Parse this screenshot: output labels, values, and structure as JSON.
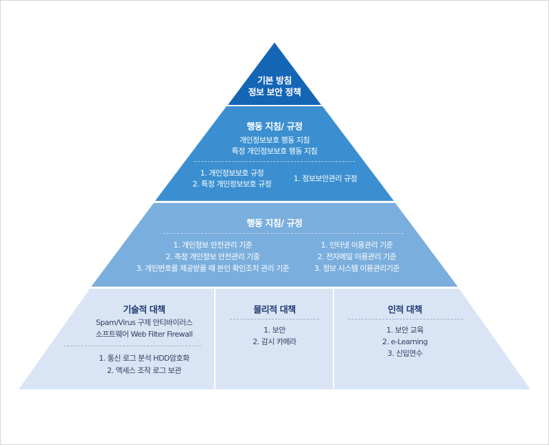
{
  "tier1": {
    "line1": "기본 방침",
    "line2": "정보 보안 정책"
  },
  "tier2": {
    "title": "행동 지침/ 규정",
    "guidelines": [
      "개인정보보호 행동 지침",
      "특정 개인정보보호 행동 지침"
    ],
    "left_rules": [
      "1. 개인정보보호 규정",
      "2. 특정 개인정보보호 규정"
    ],
    "right_rules": [
      "1. 정보보안관리 규정"
    ]
  },
  "tier3": {
    "title": "행동 지침/ 규정",
    "left": [
      "1. 개인정보 안전관리 기준",
      "2. 측정 개인정보 안전관리 기중",
      "3. 개인번호를 제공받을 때 본인 확인조치 관리 기준"
    ],
    "right": [
      "1. 인터넷 이용관리 기준",
      "2. 전자메일 이용관리 기준",
      "3. 정보 시스템 이용관리기준"
    ]
  },
  "tier4": {
    "technical": {
      "title": "기술적 대책",
      "items_top": [
        "Spam/Virus 구제 안티바이러스",
        "소프트웨어 Web Filter Firewall"
      ],
      "items_bottom": [
        "1. 통신 로그 분석 HDD암호화",
        "2. 액세스 조작 로그 보관"
      ]
    },
    "physical": {
      "title": "물리적 대책",
      "items": [
        "1. 보안",
        "2. 감시 카메라"
      ]
    },
    "human": {
      "title": "인적 대책",
      "items": [
        "1. 보안 교육",
        "2. e-Learning",
        "3. 신입연수"
      ]
    }
  },
  "colors": {
    "tier1": "#1565b5",
    "tier2": "#3b8fd0",
    "tier3": "#7aaedd",
    "tier4": "#d9e5f4"
  }
}
